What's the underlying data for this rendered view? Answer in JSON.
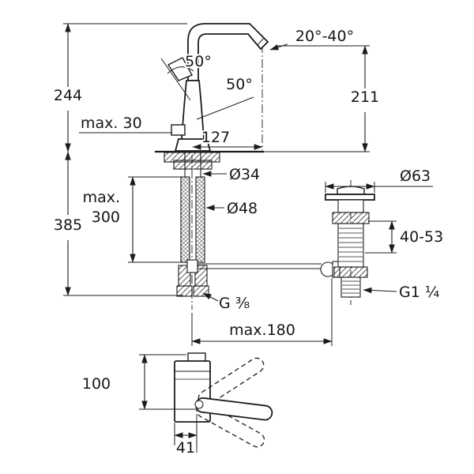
{
  "colors": {
    "background": "#ffffff",
    "line": "#1c1c1c"
  },
  "front_view": {
    "overall_height": "244",
    "deck_thickness": "max. 30",
    "handle_angle_left": "50°",
    "handle_angle_right": "50°",
    "spout_reach": "127",
    "spout_swivel_range": "20°-40°",
    "spout_outlet_height": "211",
    "shank_diameter": "Ø34",
    "hole_diameter": "Ø48",
    "hose_length_word": "max.",
    "hose_length_value": "300",
    "overall_depth_below": "385",
    "waste_flange_diameter": "Ø63",
    "clamping_range": "40-53",
    "waste_thread": "G1 ¹⁄₄",
    "supply_thread": "G ³⁄₈",
    "center_distance": "max.180"
  },
  "side_view": {
    "handle_height": "100",
    "handle_offset": "41"
  }
}
